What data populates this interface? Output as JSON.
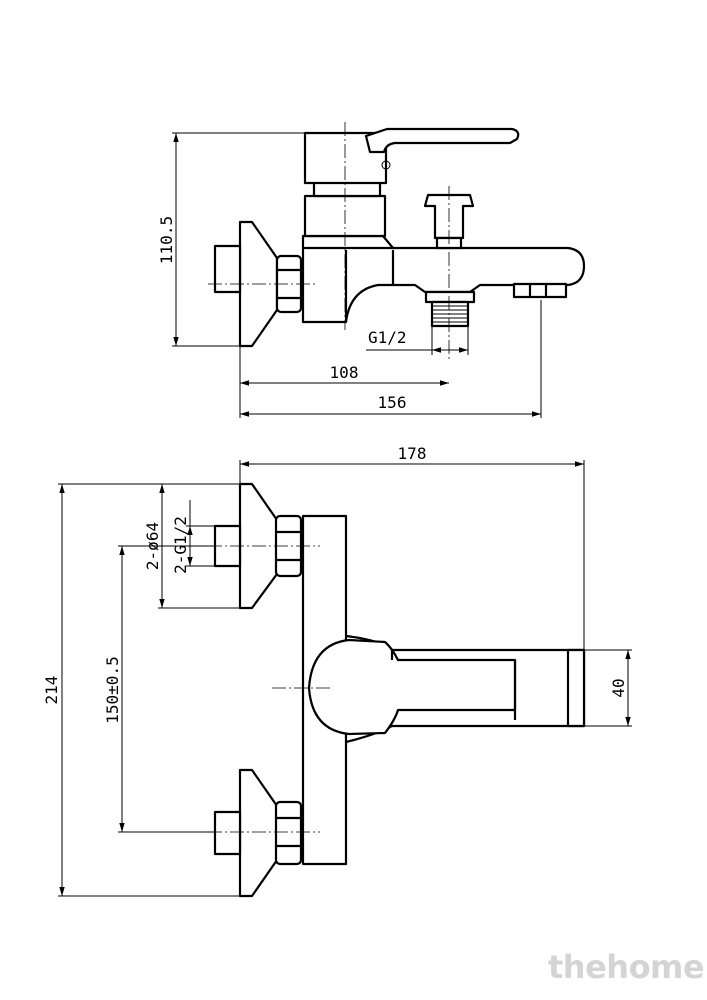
{
  "side_view": {
    "dim_height": "110.5",
    "dim_thread": "G1/2",
    "dim_108": "108",
    "dim_156": "156"
  },
  "top_view": {
    "dim_width": "178",
    "dim_diameter": "2-ø64",
    "dim_inlet_thread": "2-G1/2",
    "dim_spacing": "150±0.5",
    "dim_total_height": "214",
    "dim_spout": "40"
  },
  "watermark": "thehome"
}
